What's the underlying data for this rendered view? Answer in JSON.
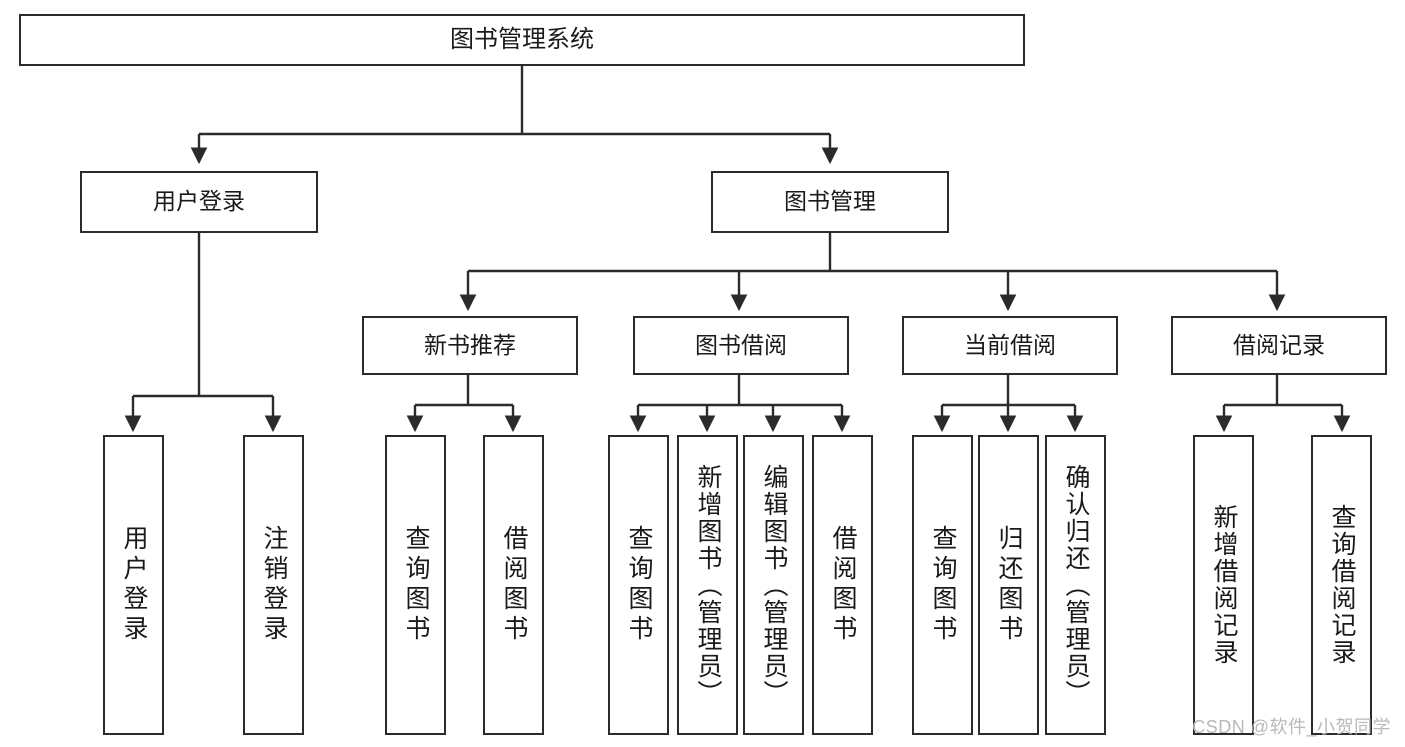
{
  "diagram": {
    "type": "tree-hierarchy-chart",
    "title": "图书管理系统",
    "watermark": "CSDN @软件_小贺同学",
    "colors": {
      "box_stroke": "#2b2b2b",
      "box_fill": "#ffffff",
      "edge": "#2b2b2b",
      "text": "#1a1a1a",
      "watermark": "#b9b9b9",
      "background": "#ffffff"
    },
    "levels": [
      {
        "level": 1,
        "nodes": [
          {
            "id": "root",
            "label": "图书管理系统"
          }
        ]
      },
      {
        "level": 2,
        "nodes": [
          {
            "id": "login",
            "label": "用户登录",
            "parent": "root"
          },
          {
            "id": "bookmgmt",
            "label": "图书管理",
            "parent": "root"
          }
        ]
      },
      {
        "level": 3,
        "nodes": [
          {
            "id": "newbook",
            "label": "新书推荐",
            "parent": "bookmgmt"
          },
          {
            "id": "borrow",
            "label": "图书借阅",
            "parent": "bookmgmt"
          },
          {
            "id": "current",
            "label": "当前借阅",
            "parent": "bookmgmt"
          },
          {
            "id": "record",
            "label": "借阅记录",
            "parent": "bookmgmt"
          }
        ]
      },
      {
        "level": 4,
        "nodes": [
          {
            "id": "leaf1",
            "label": "用户登录",
            "parent": "login"
          },
          {
            "id": "leaf2",
            "label": "注销登录",
            "parent": "login"
          },
          {
            "id": "leaf3",
            "label": "查询图书",
            "parent": "newbook"
          },
          {
            "id": "leaf4",
            "label": "借阅图书",
            "parent": "newbook"
          },
          {
            "id": "leaf5",
            "label": "查询图书",
            "parent": "borrow"
          },
          {
            "id": "leaf6",
            "label": "新增图书（管理员）",
            "parent": "borrow"
          },
          {
            "id": "leaf7",
            "label": "编辑图书（管理员）",
            "parent": "borrow"
          },
          {
            "id": "leaf8",
            "label": "借阅图书",
            "parent": "borrow"
          },
          {
            "id": "leaf9",
            "label": "查询图书",
            "parent": "current"
          },
          {
            "id": "leaf10",
            "label": "归还图书",
            "parent": "current"
          },
          {
            "id": "leaf11",
            "label": "确认归还（管理员）",
            "parent": "current"
          },
          {
            "id": "leaf12",
            "label": "新增借阅记录",
            "parent": "record"
          },
          {
            "id": "leaf13",
            "label": "查询借阅记录",
            "parent": "record"
          }
        ]
      }
    ]
  }
}
